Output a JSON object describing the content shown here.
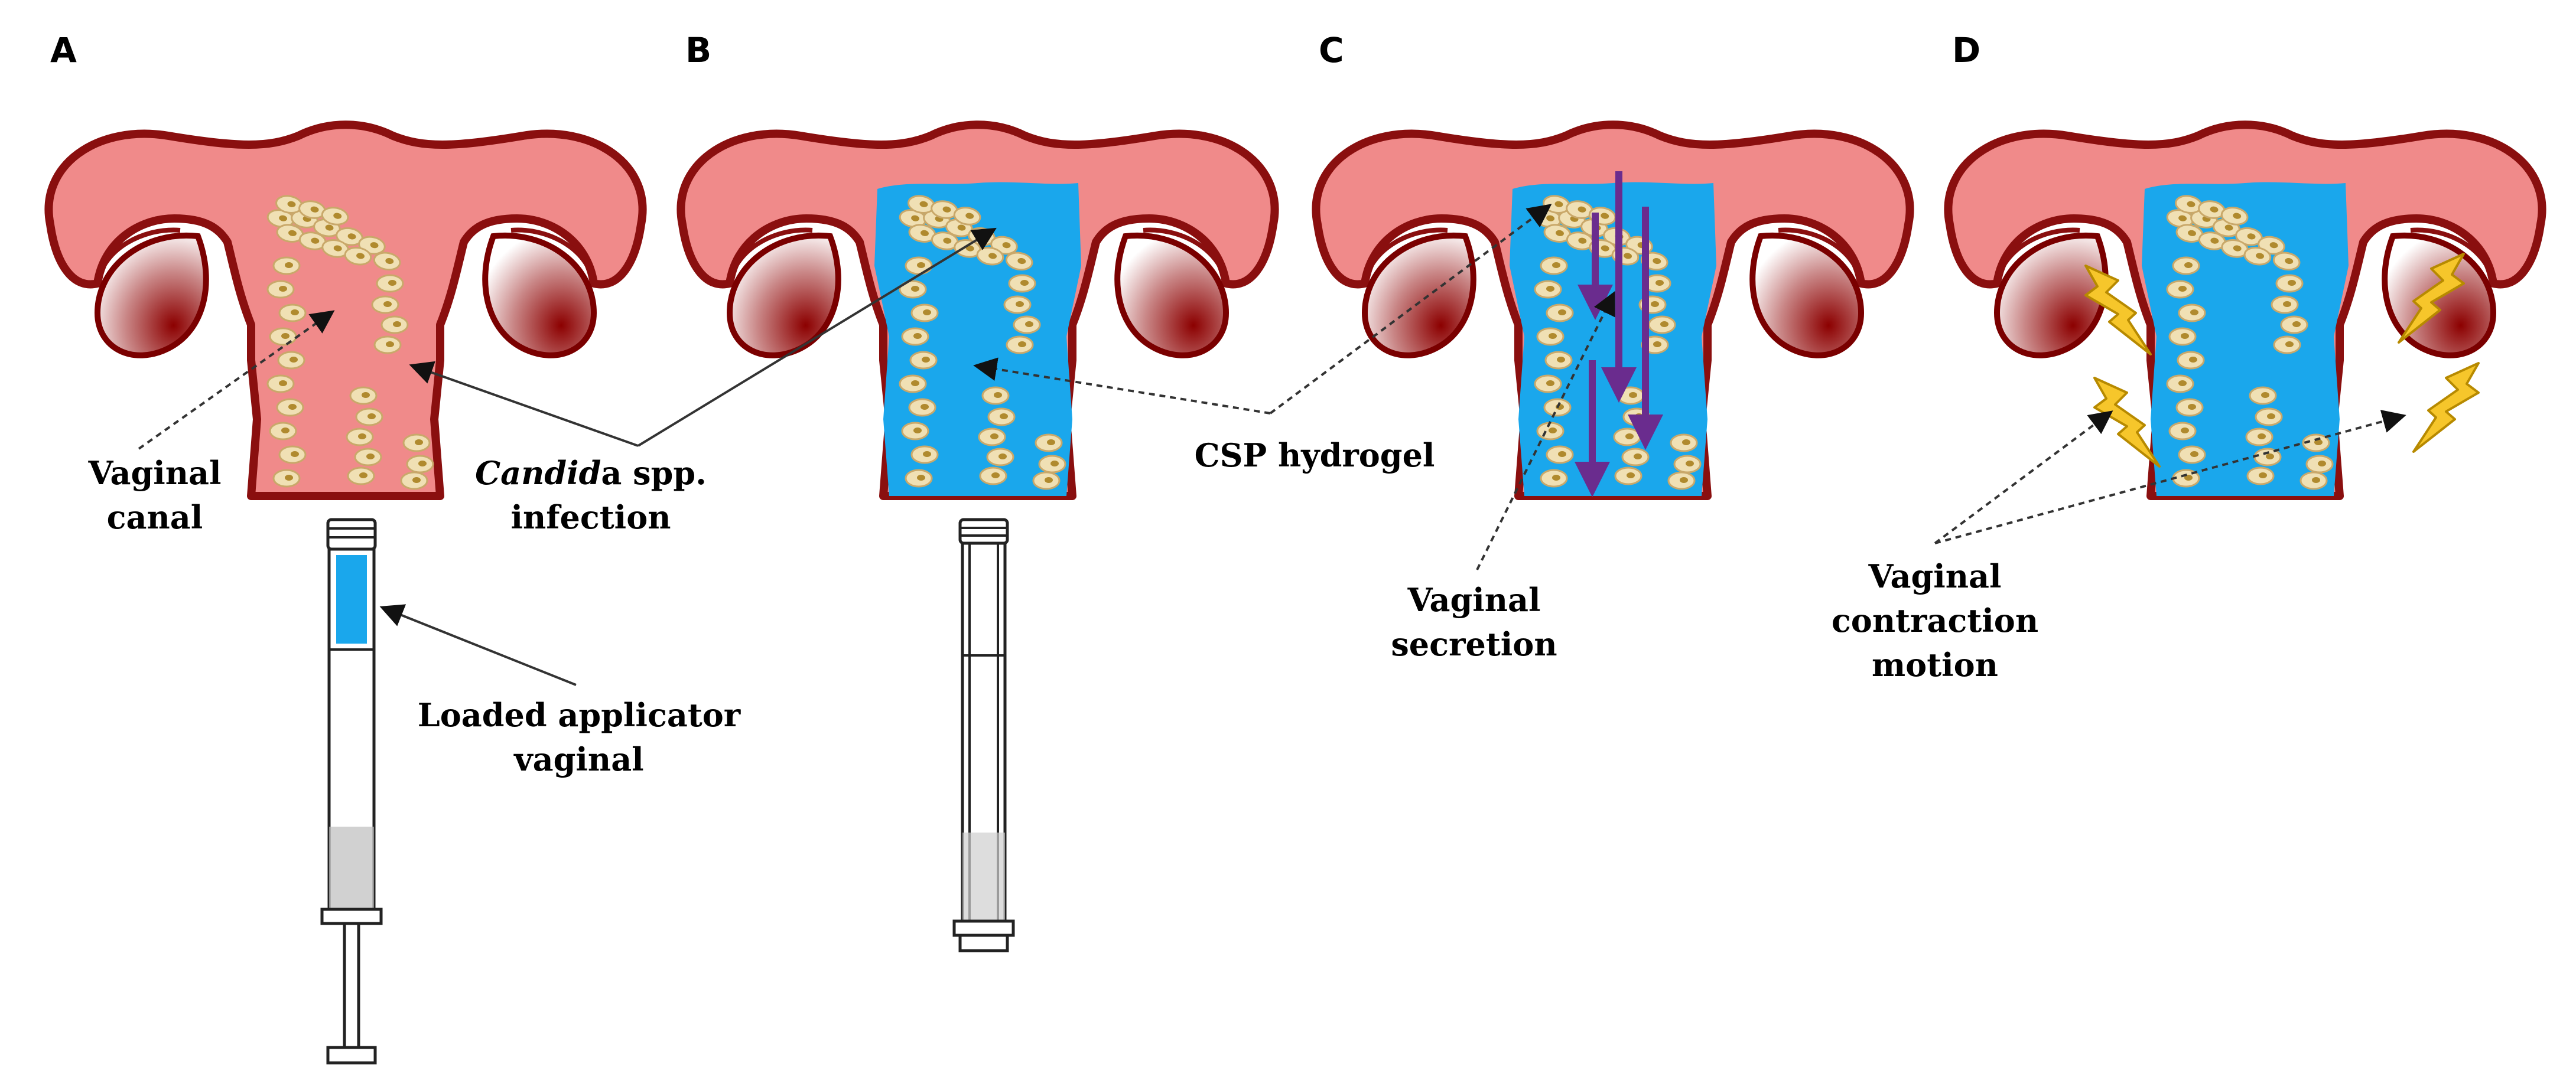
{
  "panels": [
    {
      "letter": "A"
    },
    {
      "letter": "B"
    },
    {
      "letter": "C"
    },
    {
      "letter": "D"
    }
  ],
  "labels": {
    "vaginal_canal_line1": "Vaginal",
    "vaginal_canal_line2": "canal",
    "candida_italic": "Candid",
    "candida_rest": "a spp.",
    "candida_line2": "infection",
    "applicator_line1": "Loaded applicator",
    "applicator_line2": "vaginal",
    "csp_hydrogel": "CSP hydrogel",
    "secretion_line1": "Vaginal",
    "secretion_line2": "secretion",
    "contraction_line1": "Vaginal",
    "contraction_line2": "contraction",
    "contraction_line3": "motion"
  },
  "colors": {
    "tissue": "#f08a8a",
    "tissue_outline": "#8a0f0f",
    "hydrogel": "#1aa7ec",
    "candida": "#f0e0b4",
    "secretion_arrow": "#6a2c8e",
    "contraction_bolt": "#f6c62b"
  },
  "icons": {
    "uterus": "uterus-diagram",
    "applicator": "syringe-applicator-icon",
    "contraction": "lightning-bolt-icon"
  }
}
